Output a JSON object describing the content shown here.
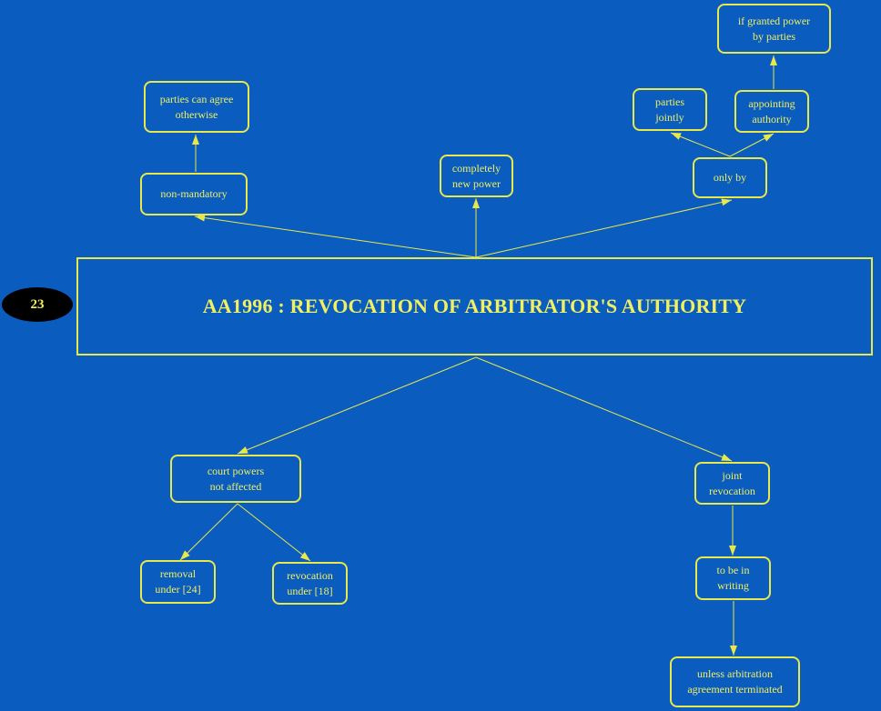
{
  "page_number": "23",
  "title": "AA1996 : REVOCATION OF ARBITRATOR'S AUTHORITY",
  "nodes": {
    "parties_agree": [
      "parties can agree",
      "otherwise"
    ],
    "non_mandatory": [
      "non-mandatory"
    ],
    "completely_new": [
      "completely",
      "new power"
    ],
    "only_by": [
      "only by"
    ],
    "parties_jointly": [
      "parties",
      "jointly"
    ],
    "appointing_authority": [
      "appointing",
      "authority"
    ],
    "if_granted": [
      "if granted power",
      "by parties"
    ],
    "court_powers": [
      "court powers",
      "not affected"
    ],
    "removal": [
      "removal",
      "under [24]"
    ],
    "revocation_18": [
      "revocation",
      "under [18]"
    ],
    "joint_revocation": [
      "joint",
      "revocation"
    ],
    "to_be_in_writing": [
      "to be in",
      "writing"
    ],
    "unless_arbitration": [
      "unless arbitration",
      "agreement terminated"
    ]
  },
  "colors": {
    "background": "#0a5cbf",
    "line": "#e8e84a",
    "text": "#f0f060",
    "badge": "#000000"
  }
}
